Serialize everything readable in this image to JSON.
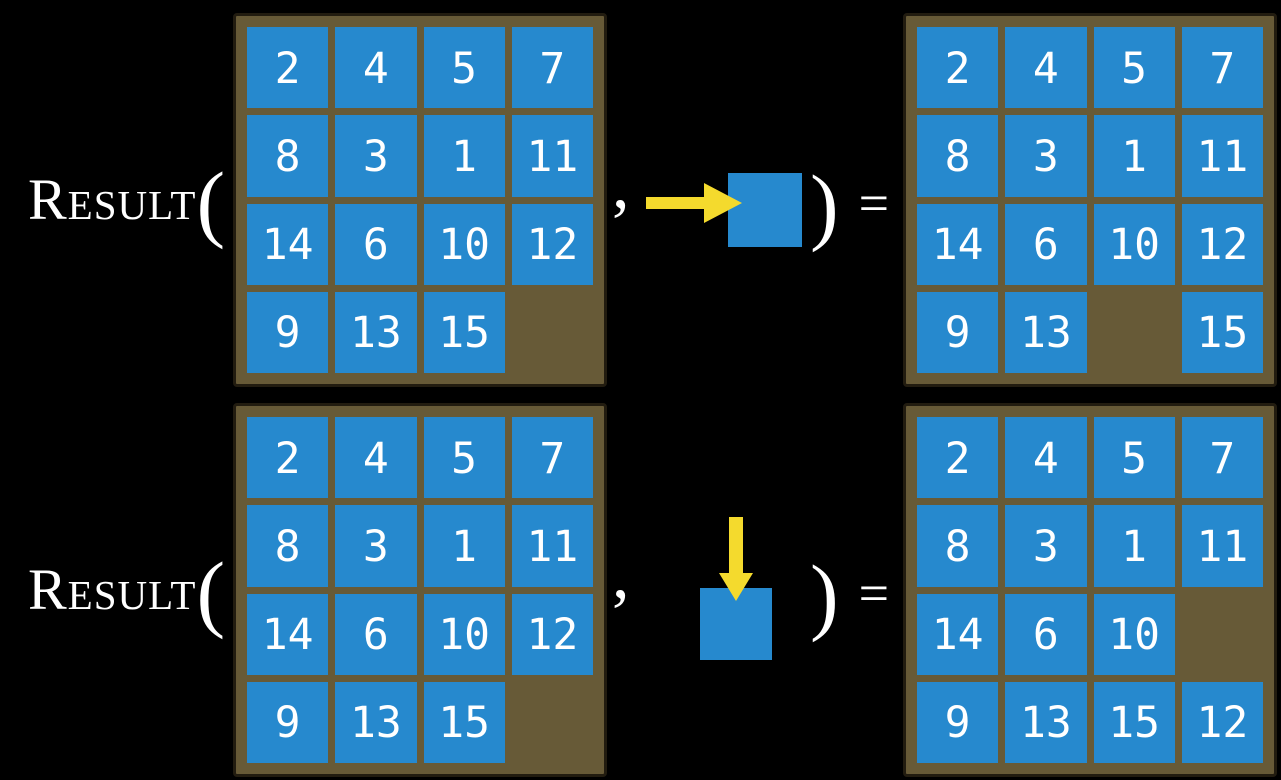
{
  "colors": {
    "background": "#000000",
    "tile_blue": "#2689ce",
    "frame_brown": "#675a37",
    "frame_border": "#221c10",
    "arrow_yellow": "#f4da2d",
    "text_white": "#ffffff"
  },
  "rows": [
    {
      "function_label": "Result",
      "open_paren": "(",
      "comma": ",",
      "close_paren": ")",
      "equals_sign": "=",
      "action": {
        "direction": "right",
        "description": "slide tile right into blank"
      },
      "input_board": {
        "grid": [
          [
            "2",
            "4",
            "5",
            "7"
          ],
          [
            "8",
            "3",
            "1",
            "11"
          ],
          [
            "14",
            "6",
            "10",
            "12"
          ],
          [
            "9",
            "13",
            "15",
            ""
          ]
        ]
      },
      "output_board": {
        "grid": [
          [
            "2",
            "4",
            "5",
            "7"
          ],
          [
            "8",
            "3",
            "1",
            "11"
          ],
          [
            "14",
            "6",
            "10",
            "12"
          ],
          [
            "9",
            "13",
            "",
            "15"
          ]
        ]
      }
    },
    {
      "function_label": "Result",
      "open_paren": "(",
      "comma": ",",
      "close_paren": ")",
      "equals_sign": "=",
      "action": {
        "direction": "down",
        "description": "slide tile down into blank"
      },
      "input_board": {
        "grid": [
          [
            "2",
            "4",
            "5",
            "7"
          ],
          [
            "8",
            "3",
            "1",
            "11"
          ],
          [
            "14",
            "6",
            "10",
            "12"
          ],
          [
            "9",
            "13",
            "15",
            ""
          ]
        ]
      },
      "output_board": {
        "grid": [
          [
            "2",
            "4",
            "5",
            "7"
          ],
          [
            "8",
            "3",
            "1",
            "11"
          ],
          [
            "14",
            "6",
            "10",
            ""
          ],
          [
            "9",
            "13",
            "15",
            "12"
          ]
        ]
      }
    }
  ]
}
